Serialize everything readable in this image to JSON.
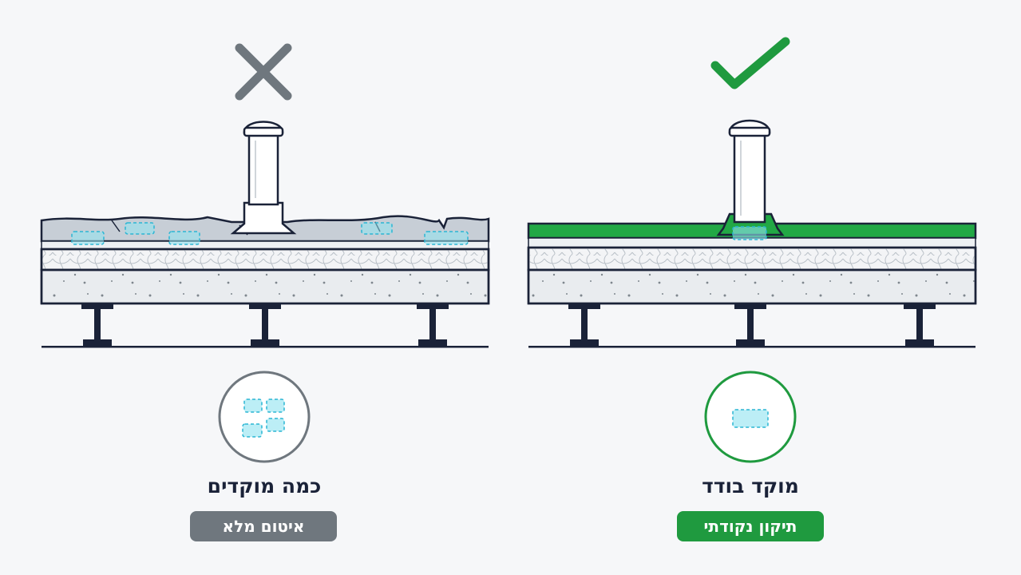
{
  "left_panel": {
    "title": "כמה מוקדים",
    "badge": "איטום מלא",
    "mark_icon": "x-icon",
    "badge_color": "#6f777e",
    "mark_color": "#6f777e"
  },
  "right_panel": {
    "title": "מוקד בודד",
    "badge": "תיקון נקודתי",
    "mark_icon": "checkmark-icon",
    "badge_color": "#1f9a3f",
    "mark_color": "#1f9a3f"
  },
  "colors": {
    "outline": "#1a2238",
    "membrane_green": "#22a845",
    "damaged_surface": "#c7ced6",
    "leak_spot": "#8fe3f0"
  }
}
